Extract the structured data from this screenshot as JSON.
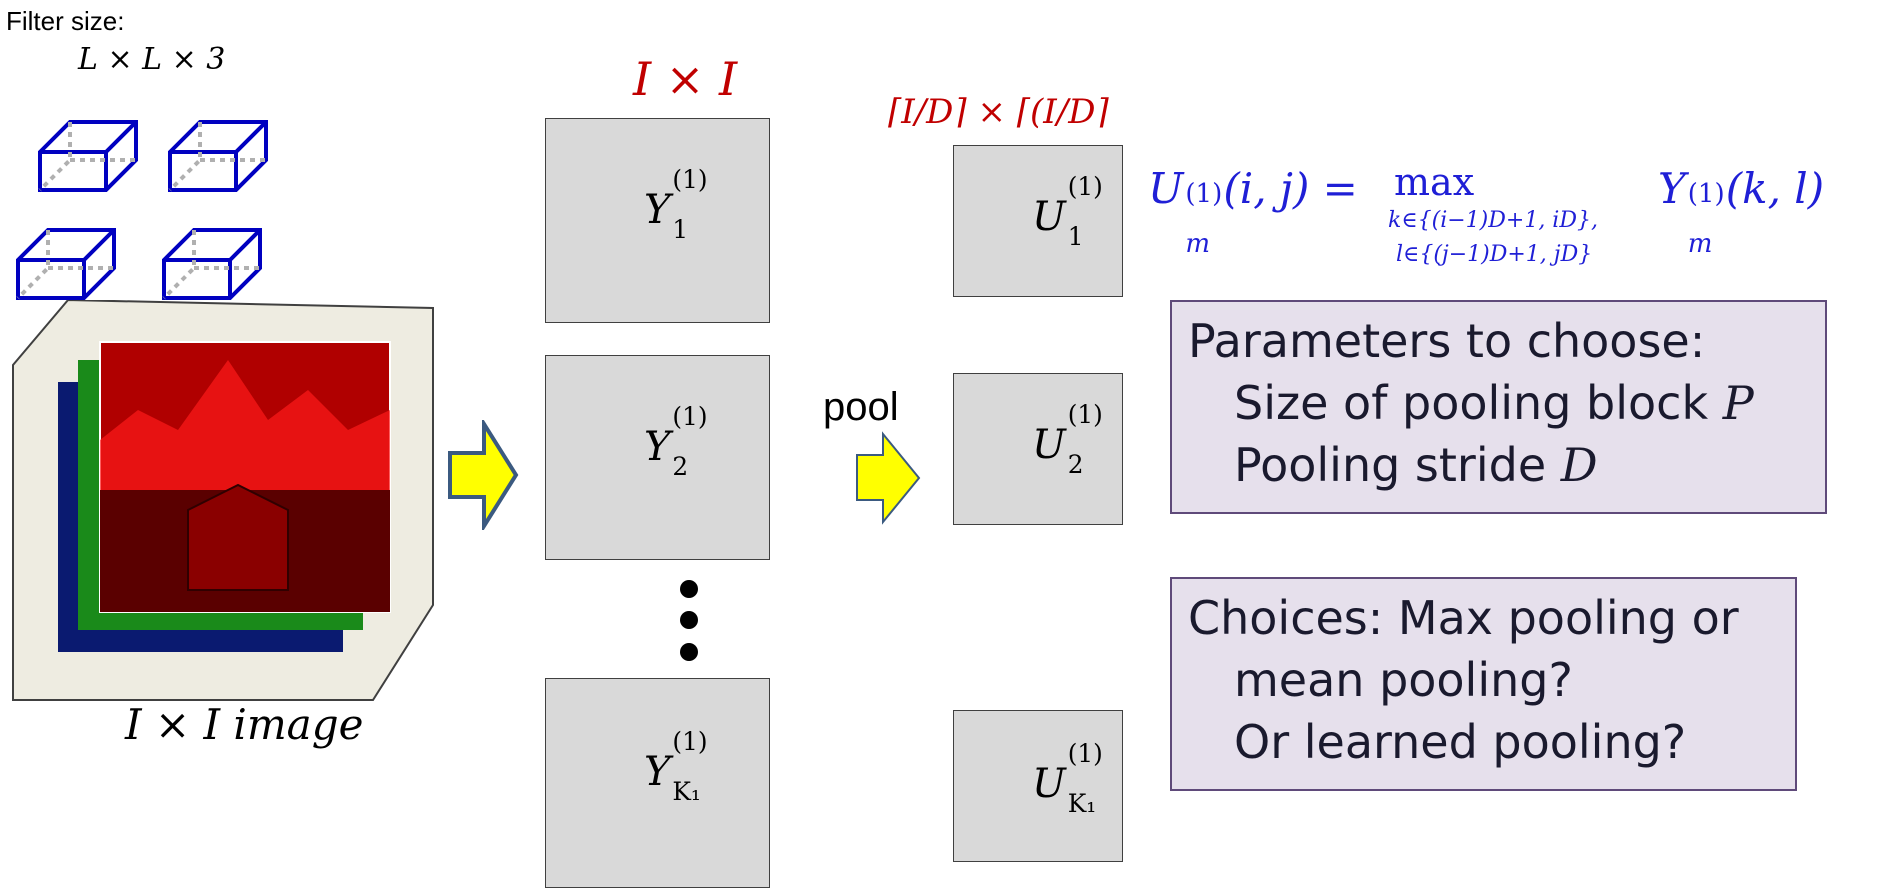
{
  "filter": {
    "label": "Filter size:",
    "size": "L × L × 3"
  },
  "image": {
    "caption": "I × I image"
  },
  "conv": {
    "header": "I × I",
    "maps": [
      {
        "base": "Y",
        "sub": "1",
        "sup": "(1)"
      },
      {
        "base": "Y",
        "sub": "2",
        "sup": "(1)"
      },
      {
        "base": "Y",
        "sub": "K₁",
        "sup": "(1)"
      }
    ]
  },
  "pool": {
    "label": "pool",
    "header": "⌈I/D⌉ × ⌈(I/D⌉",
    "maps": [
      {
        "base": "U",
        "sub": "1",
        "sup": "(1)"
      },
      {
        "base": "U",
        "sub": "2",
        "sup": "(1)"
      },
      {
        "base": "U",
        "sub": "K₁",
        "sup": "(1)"
      }
    ]
  },
  "formula": {
    "lhs_base": "U",
    "lhs_sub": "m",
    "lhs_sup": "(1)",
    "lhs_args": "(i, j) =",
    "op": "max",
    "range1": "k∈{(i−1)D+1, iD},",
    "range2": "l∈{(j−1)D+1, jD}",
    "rhs_base": "Y",
    "rhs_sub": "m",
    "rhs_sup": "(1)",
    "rhs_args": "(k, l)"
  },
  "params_box": {
    "title": "Parameters to choose:",
    "line1": "Size of pooling block ",
    "line1_var": "P",
    "line2": "Pooling stride ",
    "line2_var": "D"
  },
  "choices_box": {
    "line1": "Choices: Max pooling or",
    "line2": "mean pooling?",
    "line3": "Or learned pooling?"
  },
  "colors": {
    "formula": "#1f1fd6",
    "header": "#c00000",
    "arrow_fill": "#ffff00",
    "arrow_stroke": "#3b5a80",
    "cube": "#0000c0"
  },
  "icons": [
    "cube-icon",
    "right-arrow-icon",
    "vertical-ellipsis-icon"
  ]
}
